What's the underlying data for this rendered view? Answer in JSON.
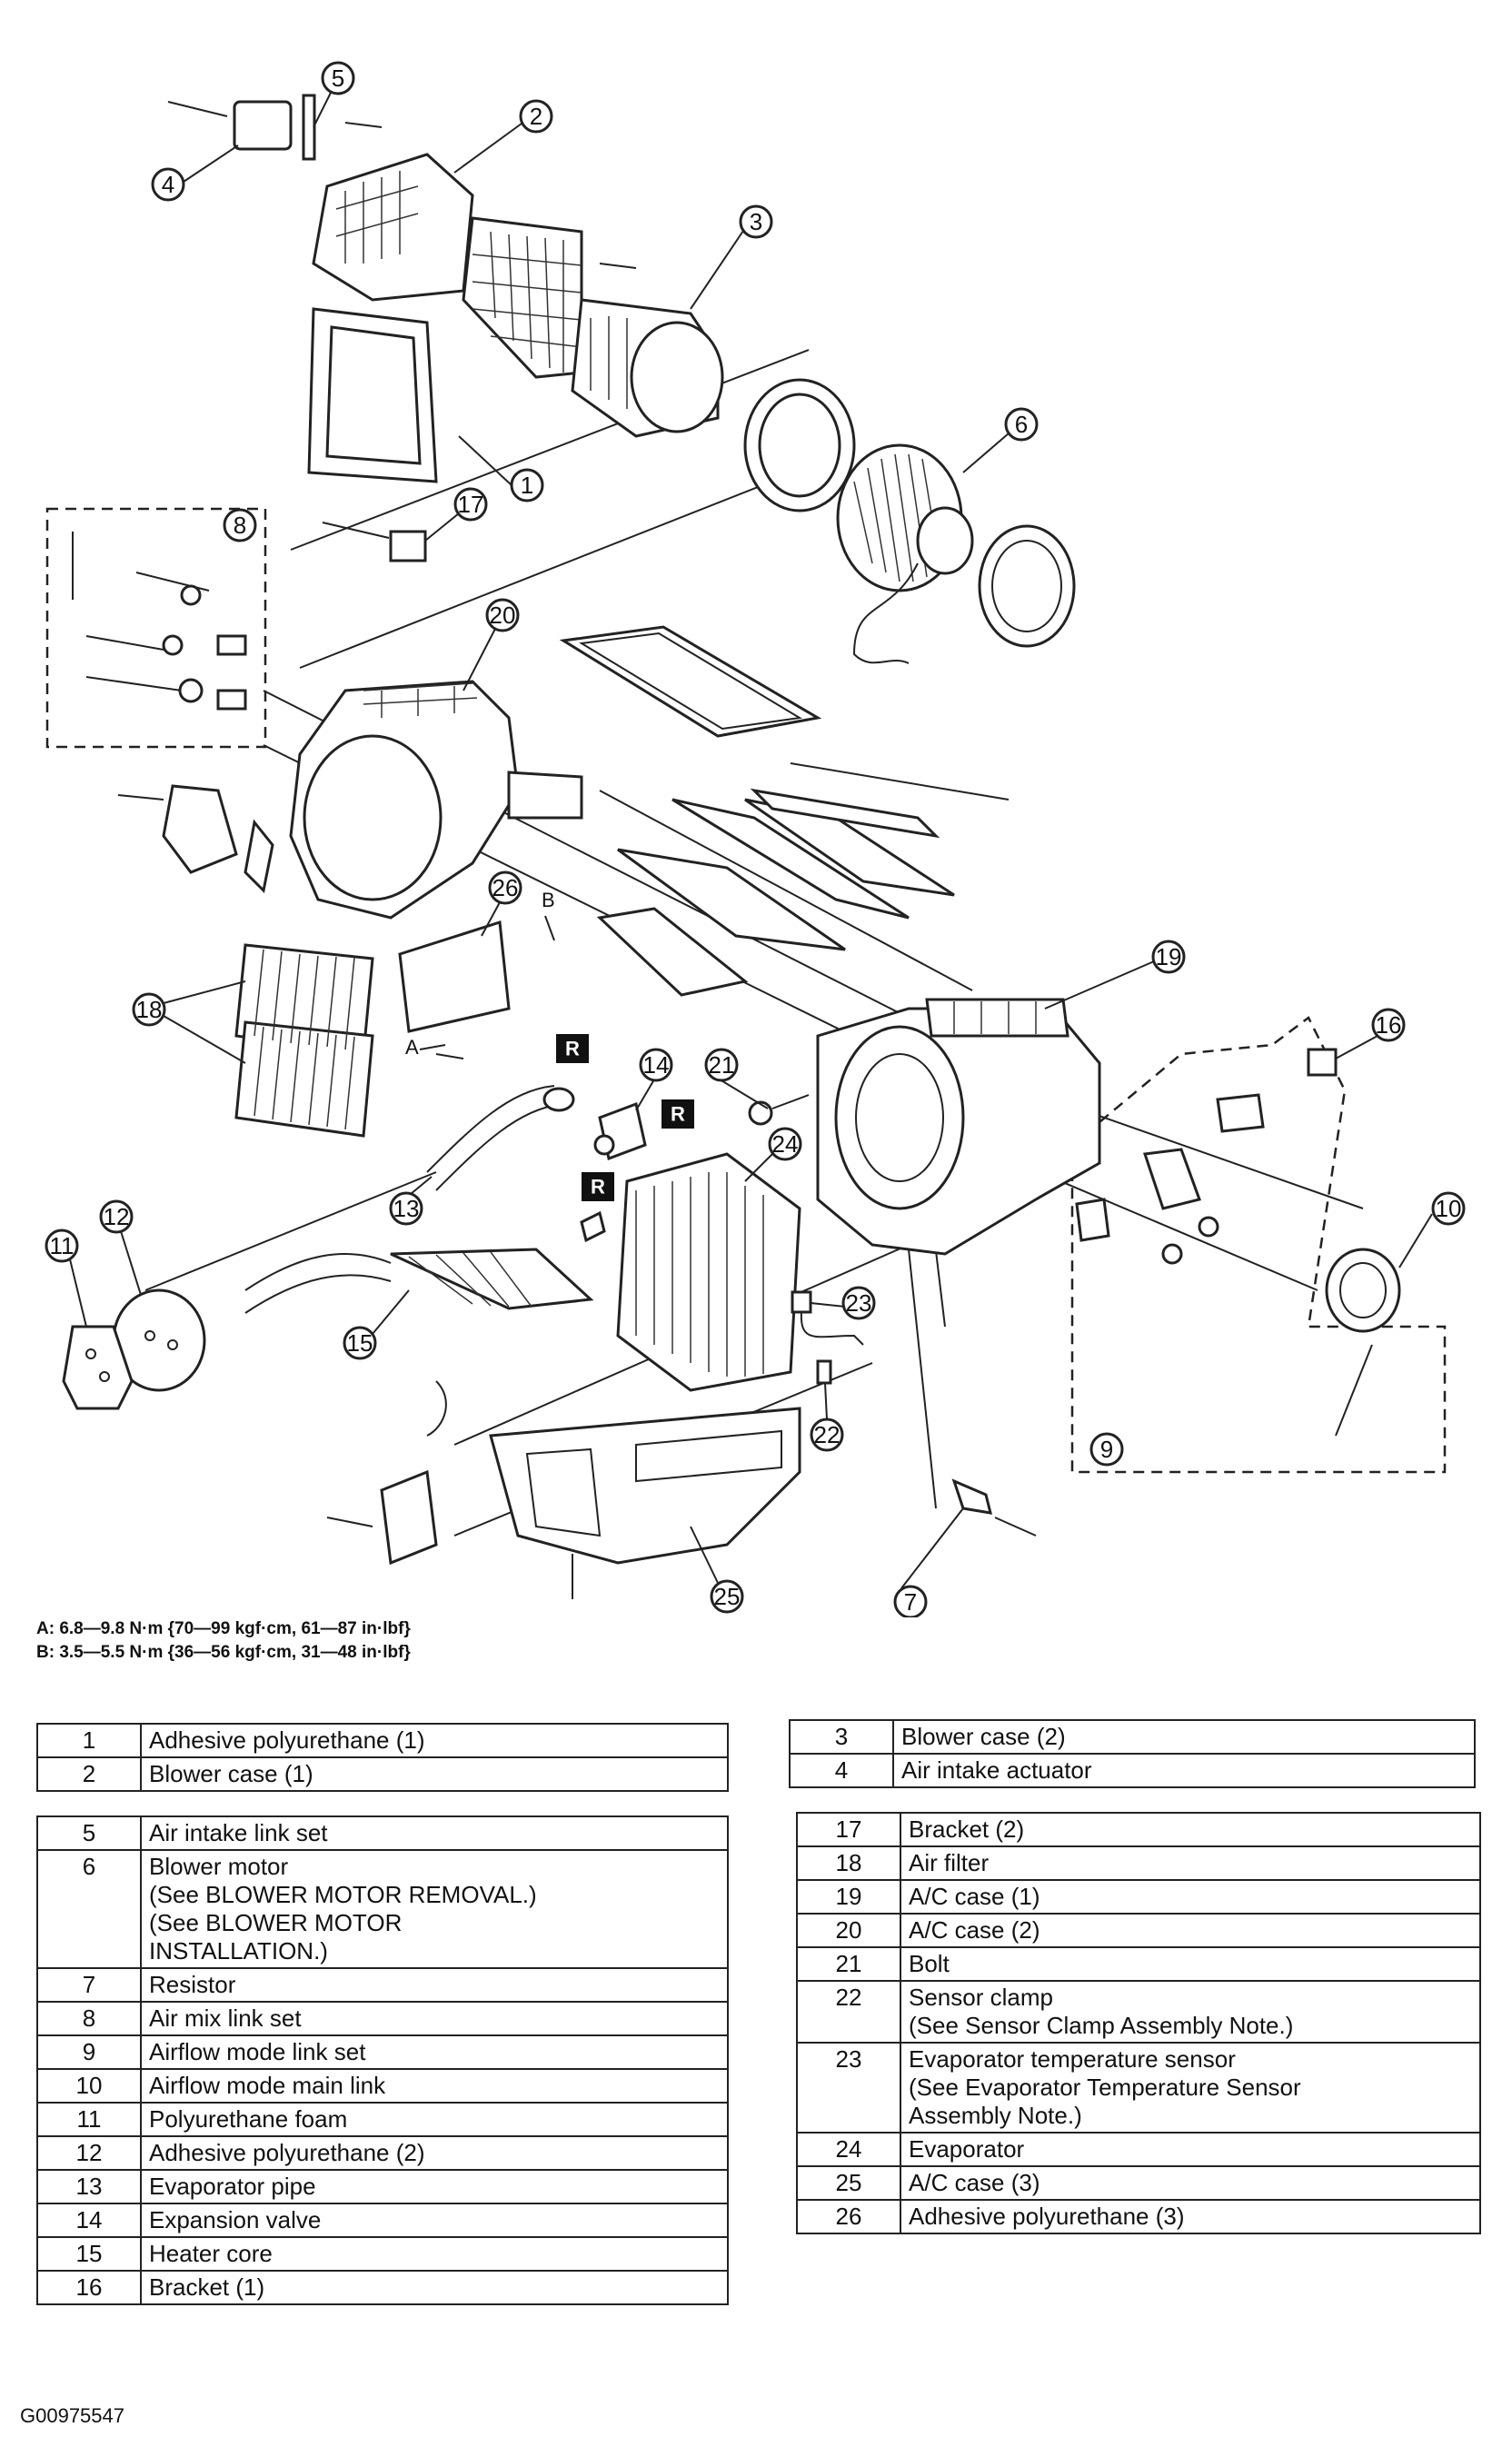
{
  "diagram": {
    "callouts": [
      "1",
      "2",
      "3",
      "4",
      "5",
      "6",
      "7",
      "8",
      "9",
      "10",
      "11",
      "12",
      "13",
      "14",
      "15",
      "16",
      "17",
      "18",
      "19",
      "20",
      "21",
      "22",
      "23",
      "24",
      "25",
      "26"
    ],
    "letter_a": "A",
    "letter_b": "B",
    "replace_marker": "R"
  },
  "torque_specs": {
    "a": "A: 6.8—9.8 N·m {70—99 kgf·cm, 61—87 in·lbf}",
    "b": "B: 3.5—5.5 N·m {36—56 kgf·cm, 31—48 in·lbf}"
  },
  "legend": {
    "table1": [
      {
        "num": "1",
        "desc": "Adhesive polyurethane (1)"
      },
      {
        "num": "2",
        "desc": "Blower case (1)"
      }
    ],
    "table2": [
      {
        "num": "5",
        "desc": "Air intake link set"
      },
      {
        "num": "6",
        "desc": "Blower motor\n (See BLOWER MOTOR REMOVAL.)\n (See BLOWER MOTOR\nINSTALLATION.)"
      },
      {
        "num": "7",
        "desc": "Resistor"
      },
      {
        "num": "8",
        "desc": "Air mix link set"
      },
      {
        "num": "9",
        "desc": "Airflow mode link set"
      },
      {
        "num": "10",
        "desc": "Airflow mode main link"
      },
      {
        "num": "11",
        "desc": "Polyurethane foam"
      },
      {
        "num": "12",
        "desc": "Adhesive polyurethane (2)"
      },
      {
        "num": "13",
        "desc": "Evaporator pipe"
      },
      {
        "num": "14",
        "desc": "Expansion valve"
      },
      {
        "num": "15",
        "desc": "Heater core"
      },
      {
        "num": "16",
        "desc": "Bracket (1)"
      }
    ],
    "table3": [
      {
        "num": "3",
        "desc": "Blower case (2)"
      },
      {
        "num": "4",
        "desc": "Air intake actuator"
      }
    ],
    "table4": [
      {
        "num": "17",
        "desc": "Bracket (2)"
      },
      {
        "num": "18",
        "desc": "Air filter"
      },
      {
        "num": "19",
        "desc": "A/C case (1)"
      },
      {
        "num": "20",
        "desc": "A/C case (2)"
      },
      {
        "num": "21",
        "desc": "Bolt"
      },
      {
        "num": "22",
        "desc": "Sensor clamp\n (See Sensor Clamp Assembly Note.)"
      },
      {
        "num": "23",
        "desc": "Evaporator temperature sensor\n (See Evaporator Temperature Sensor\nAssembly Note.)"
      },
      {
        "num": "24",
        "desc": "Evaporator"
      },
      {
        "num": "25",
        "desc": "A/C case (3)"
      },
      {
        "num": "26",
        "desc": "Adhesive polyurethane (3)"
      }
    ]
  },
  "figure_code": "G00975547"
}
